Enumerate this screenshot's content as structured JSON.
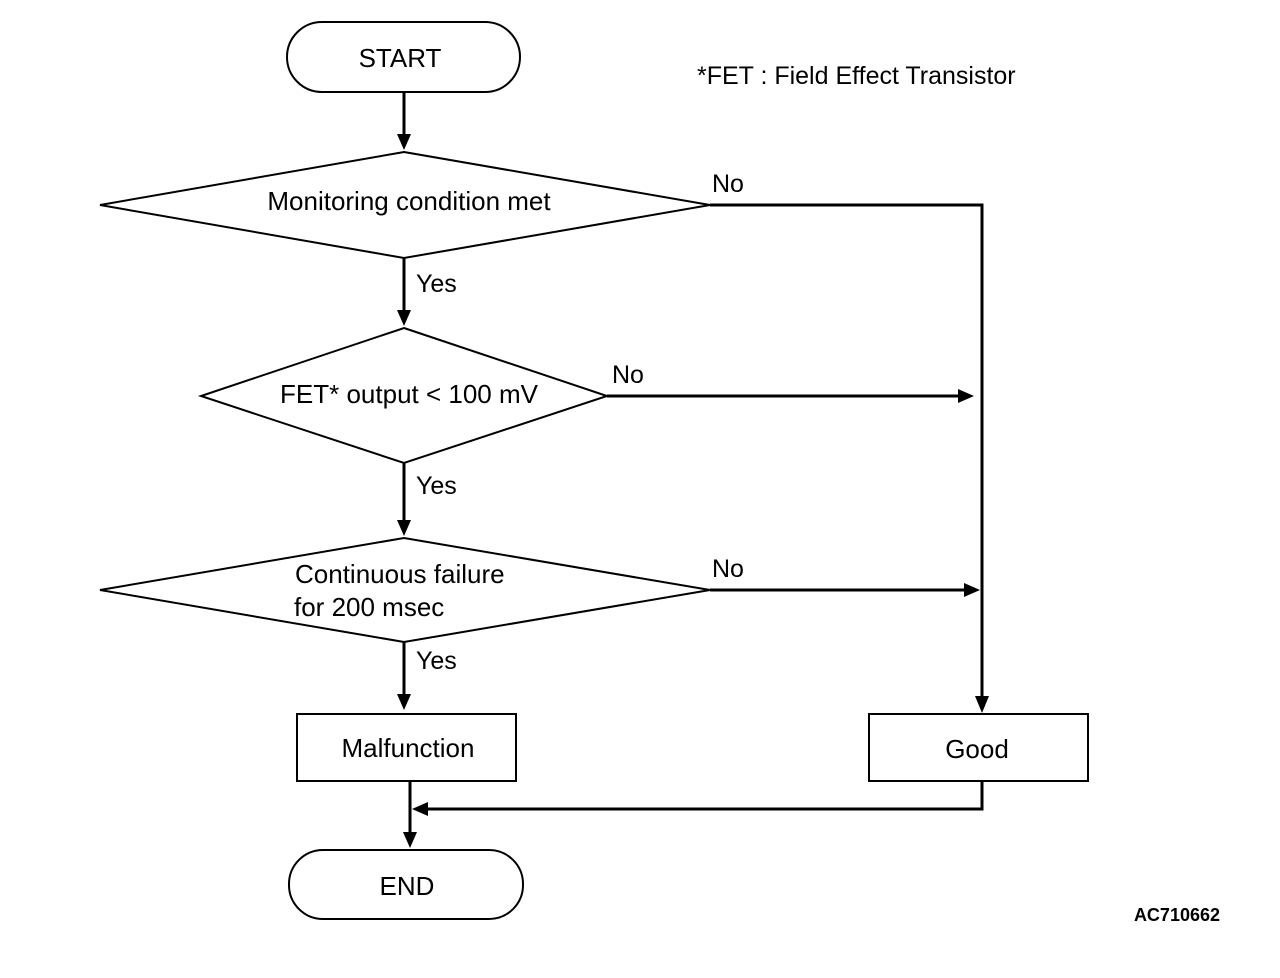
{
  "nodes": {
    "start": "START",
    "decision1": "Monitoring condition met",
    "decision2": "FET* output < 100 mV",
    "decision3_line1": "Continuous failure",
    "decision3_line2": "for 200 msec",
    "malfunction": "Malfunction",
    "good": "Good",
    "end": "END"
  },
  "branches": {
    "d1_no": "No",
    "d1_yes": "Yes",
    "d2_no": "No",
    "d2_yes": "Yes",
    "d3_no": "No",
    "d3_yes": "Yes"
  },
  "footnote": "*FET : Field Effect Transistor",
  "figure_code": "AC710662"
}
